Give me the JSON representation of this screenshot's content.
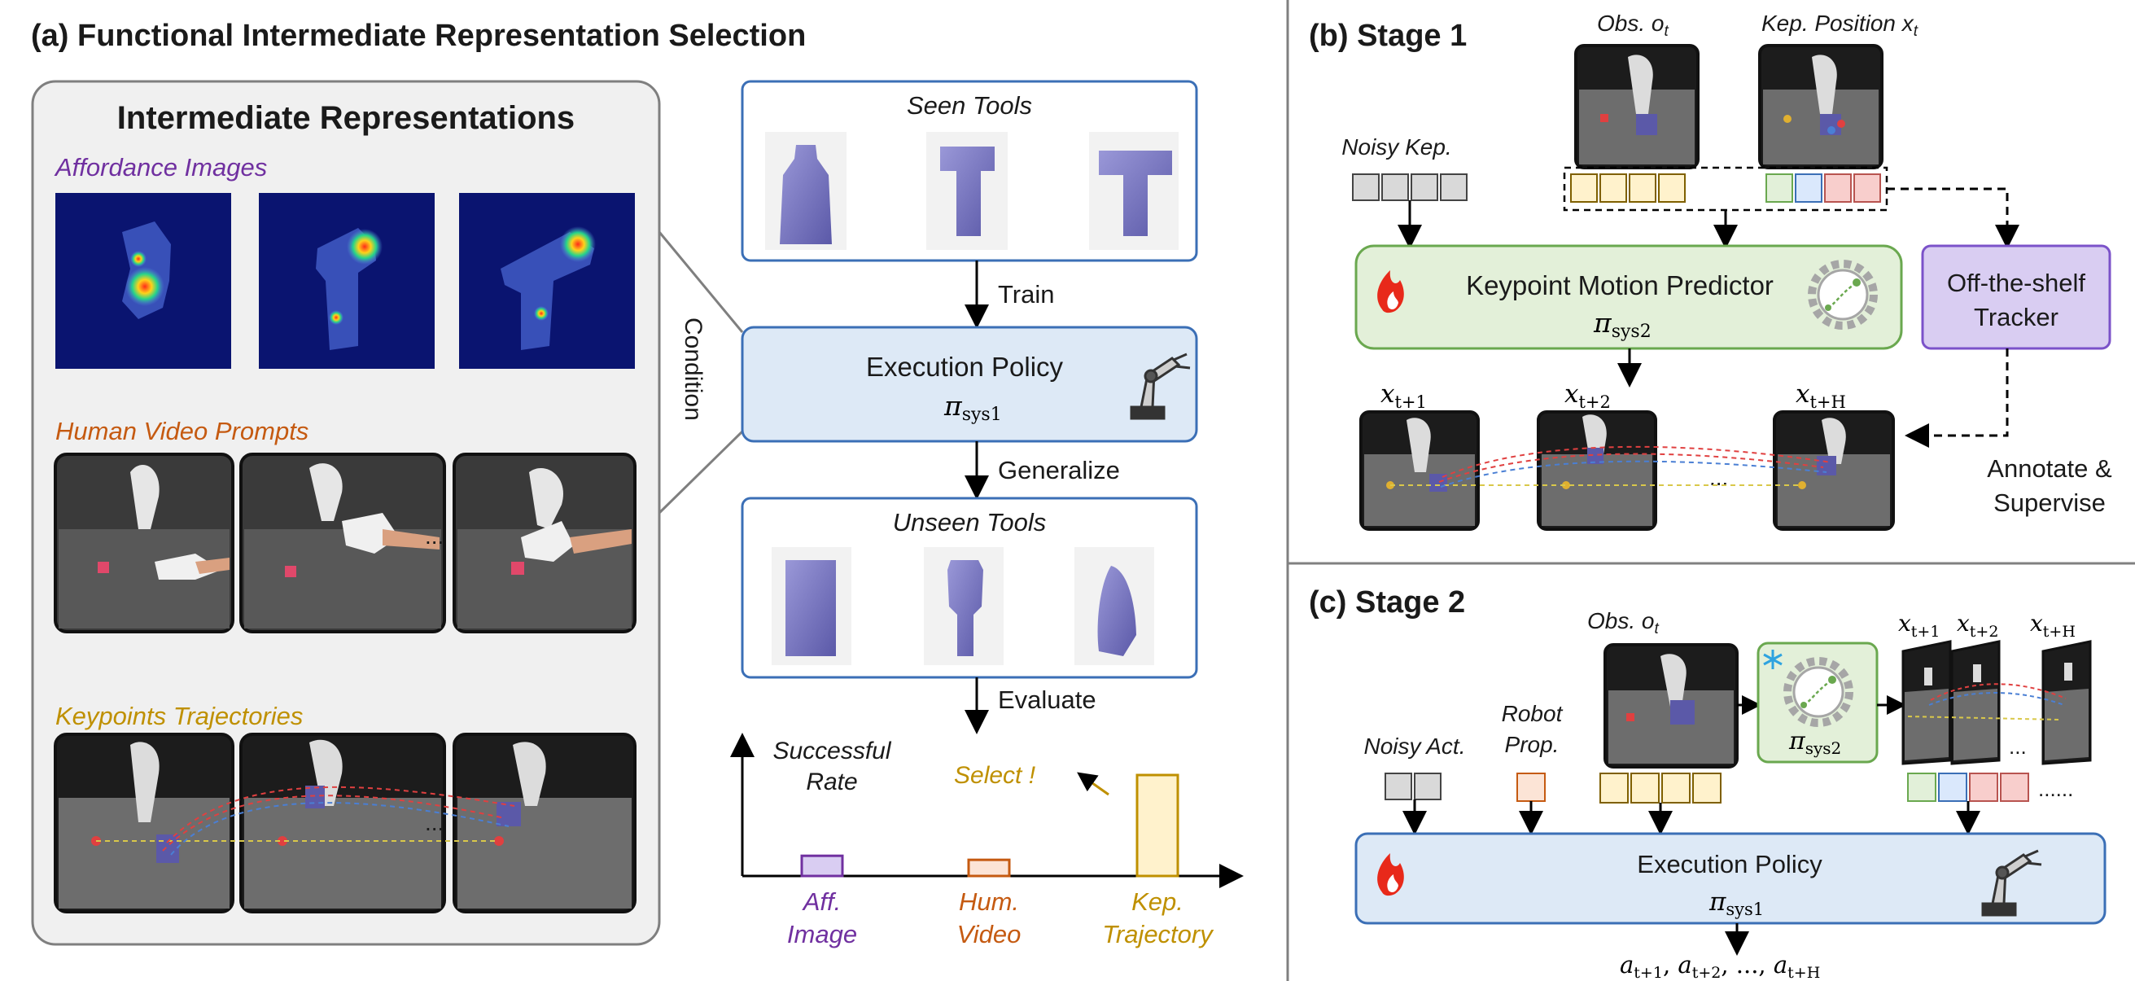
{
  "panel_a": {
    "title": "(a) Functional Intermediate Representation Selection",
    "ir_box_title": "Intermediate Representations",
    "affordance_label": "Affordance Images",
    "human_label": "Human Video Prompts",
    "keypoint_label": "Keypoints Trajectories",
    "condition_label": "Condition",
    "ellipsis": "...",
    "seen_tools_label": "Seen Tools",
    "train_label": "Train",
    "execution_policy_label": "Execution Policy",
    "pi_symbol": "π",
    "sys1_sub": "sys1",
    "generalize_label": "Generalize",
    "unseen_tools_label": "Unseen Tools",
    "evaluate_label": "Evaluate",
    "success_rate_line1": "Successful",
    "success_rate_line2": "Rate",
    "select_label": "Select !",
    "bar_labels": [
      {
        "l1": "Aff.",
        "l2": "Image"
      },
      {
        "l1": "Hum.",
        "l2": "Video"
      },
      {
        "l1": "Kep.",
        "l2": "Trajectory"
      }
    ],
    "bar_values": [
      0.2,
      0.16,
      1.0
    ]
  },
  "panel_b": {
    "title": "(b) Stage 1",
    "obs_label": "Obs. o",
    "obs_sub": "t",
    "kep_pos_label": "Kep. Position x",
    "kep_pos_sub": "t",
    "noisy_kep_label": "Noisy Kep.",
    "predictor_label": "Keypoint Motion Predictor",
    "pi_symbol": "π",
    "sys2_sub": "sys2",
    "tracker_line1": "Off-the-shelf",
    "tracker_line2": "Tracker",
    "x_label": "x",
    "future_subs": [
      "t+1",
      "t+2",
      "t+H"
    ],
    "ellipsis": "...",
    "annotate_line1": "Annotate &",
    "annotate_line2": "Supervise"
  },
  "panel_c": {
    "title": "(c) Stage 2",
    "obs_label": "Obs. o",
    "obs_sub": "t",
    "noisy_act_label": "Noisy Act.",
    "robot_prop_line1": "Robot",
    "robot_prop_line2": "Prop.",
    "pi_symbol": "π",
    "sys2_sub": "sys2",
    "x_label": "x",
    "future_subs": [
      "t+1",
      "t+2",
      "t+H"
    ],
    "ellipsis": "...",
    "long_ellipsis": "......",
    "execution_policy_label": "Execution Policy",
    "sys1_sub": "sys1",
    "actions_a": "a",
    "actions_subs": [
      "t+1",
      "t+2",
      "t+H"
    ],
    "actions_mid": "...,"
  },
  "colors": {
    "blue_box_fill": "#dde9f6",
    "blue_box_stroke": "#3b6fb6",
    "green_box_fill": "#e3f0d9",
    "green_box_stroke": "#6aa84f",
    "purple_box_fill": "#d9cdf2",
    "purple_box_stroke": "#7b52c9",
    "ir_panel_fill": "#f0f0f0",
    "affordance_text": "#7030a0",
    "human_text": "#c55a11",
    "keypoint_text": "#bf9000",
    "token_yellow": "#fff2cc",
    "token_yellow_stroke": "#7f6000",
    "token_gray": "#d9d9d9",
    "token_green": "#e2f0d9",
    "token_blue": "#dae8fc",
    "token_red": "#f8cecc",
    "token_orange": "#fce4d6"
  }
}
